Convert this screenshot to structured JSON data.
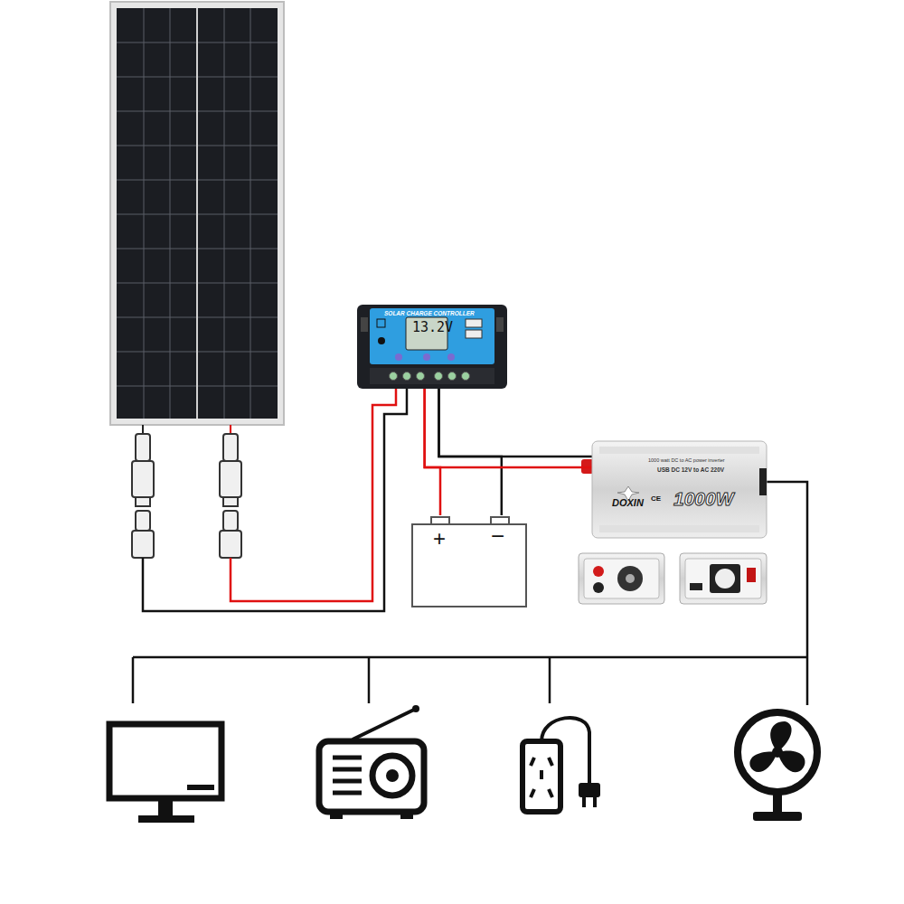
{
  "diagram": {
    "nodes": [
      {
        "text": [
          "SOLAR CHARGE CONTROLLER",
          "13.2V"
        ]
      },
      {
        "text": [
          "+",
          "−"
        ]
      },
      {
        "text": [
          "1000 watt DC to AC power inverter",
          "USB DC 12V to AC 220V",
          "DOXIN",
          "CE",
          "1000W"
        ]
      }
    ],
    "edges": [
      {
        "from": 0,
        "to": 1,
        "arrow": "none"
      },
      {
        "from": 0,
        "to": 2,
        "arrow": "none"
      }
    ]
  }
}
